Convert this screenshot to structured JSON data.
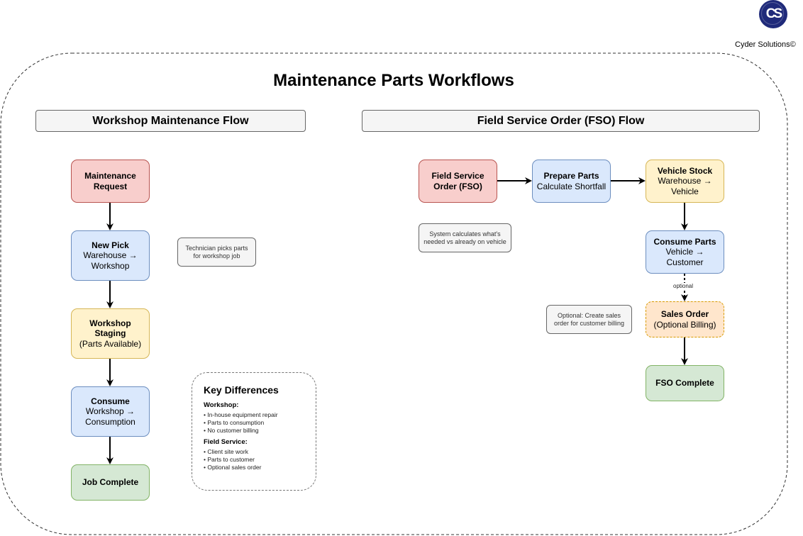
{
  "brand": {
    "logo_text": "CS",
    "name": "Cyder Solutions©",
    "logo_color": "#1f2a7a"
  },
  "title": "Maintenance Parts Workflows",
  "sections": {
    "workshop": {
      "label": "Workshop Maintenance Flow"
    },
    "fso": {
      "label": "Field Service Order (FSO) Flow"
    }
  },
  "workshop_flow": {
    "nodes": [
      {
        "id": "maintenance-request",
        "title": "Maintenance Request",
        "subtitle": "",
        "color": "red"
      },
      {
        "id": "new-pick",
        "title": "New Pick",
        "subtitle": "Warehouse → Workshop",
        "color": "blue"
      },
      {
        "id": "workshop-staging",
        "title": "Workshop Staging",
        "subtitle": "(Parts Available)",
        "color": "yellow"
      },
      {
        "id": "consume",
        "title": "Consume",
        "subtitle": "Workshop → Consumption",
        "color": "blue"
      },
      {
        "id": "job-complete",
        "title": "Job Complete",
        "subtitle": "",
        "color": "green"
      }
    ],
    "note": "Technician picks parts for workshop job"
  },
  "fso_flow": {
    "nodes": [
      {
        "id": "field-service-order",
        "title": "Field Service Order (FSO)",
        "subtitle": "",
        "color": "red"
      },
      {
        "id": "prepare-parts",
        "title": "Prepare Parts",
        "subtitle": "Calculate Shortfall",
        "color": "blue"
      },
      {
        "id": "vehicle-stock",
        "title": "Vehicle Stock",
        "subtitle": "Warehouse → Vehicle",
        "color": "yellow"
      },
      {
        "id": "consume-parts",
        "title": "Consume Parts",
        "subtitle": "Vehicle → Customer",
        "color": "blue"
      },
      {
        "id": "sales-order",
        "title": "Sales Order",
        "subtitle": "(Optional Billing)",
        "color": "orange"
      },
      {
        "id": "fso-complete",
        "title": "FSO Complete",
        "subtitle": "",
        "color": "green"
      }
    ],
    "notes": {
      "shortfall": "System calculates what's needed vs already on vehicle",
      "sales": "Optional: Create sales order for customer billing"
    },
    "edge_label_optional": "optional"
  },
  "key_differences": {
    "heading": "Key Differences",
    "groups": [
      {
        "label": "Workshop:",
        "items": [
          "• In-house equipment repair",
          "• Parts to consumption",
          "• No customer billing"
        ]
      },
      {
        "label": "Field Service:",
        "items": [
          "• Client site work",
          "• Parts to customer",
          "• Optional sales order"
        ]
      }
    ]
  },
  "colors": {
    "red_fill": "#f8cecc",
    "red_stroke": "#b85450",
    "blue_fill": "#dae8fc",
    "blue_stroke": "#6c8ebf",
    "yellow_fill": "#fff2cc",
    "yellow_stroke": "#d6b656",
    "green_fill": "#d5e8d4",
    "green_stroke": "#82b366",
    "orange_fill": "#ffe6cc",
    "orange_stroke": "#d79b00",
    "note_fill": "#f5f5f5",
    "note_stroke": "#666666"
  }
}
